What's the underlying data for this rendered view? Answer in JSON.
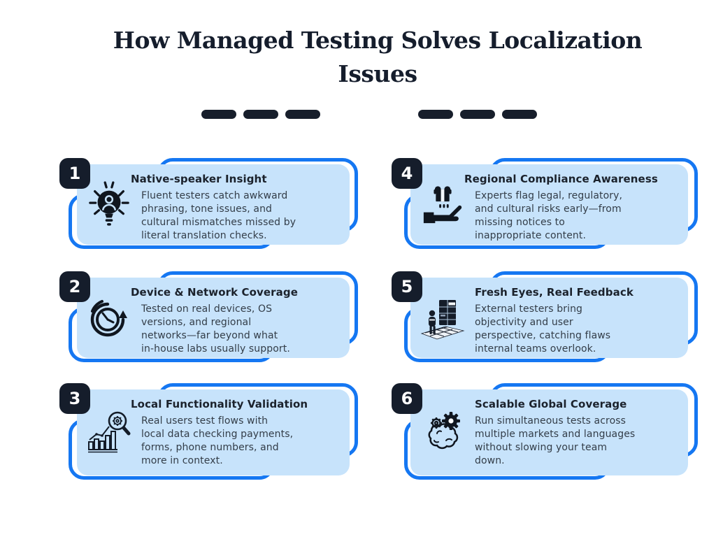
{
  "title_full": "How Managed Testing Solves Localization Issues",
  "title_lines": [
    "How Managed Testing Solves Localization",
    "Issues"
  ],
  "colors": {
    "background": "#FFFFFF",
    "accent_blue": "#1577F2",
    "card_fill": "#C7E3FB",
    "badge_bg": "#151D2B",
    "badge_text": "#FFFFFF",
    "title_text": "#151D2C",
    "card_title_text": "#1B222C",
    "body_text": "#333D48",
    "icon_dark": "#10161F",
    "dash_color": "#171E2B"
  },
  "divider": {
    "groups": 2,
    "dashes_per_group": 3
  },
  "cards": [
    {
      "number": "1",
      "title": "Native-speaker Insight",
      "icon": "lightbulb-person-icon",
      "body_lines": [
        "Fluent testers catch awkward",
        "phrasing, tone issues, and",
        "cultural mismatches missed by",
        "literal translation checks."
      ]
    },
    {
      "number": "2",
      "title": "Device & Network Coverage",
      "icon": "clock-refresh-icon",
      "body_lines": [
        "Tested on real devices, OS",
        "versions, and regional",
        "networks—far beyond what",
        "in-house labs usually support."
      ]
    },
    {
      "number": "3",
      "title": "Local Functionality Validation",
      "icon": "search-analytics-icon",
      "body_lines": [
        "Real users test flows with",
        "local data checking payments,",
        "forms, phone numbers, and",
        "more in context."
      ]
    },
    {
      "number": "4",
      "title": "Regional Compliance Awareness",
      "icon": "hand-gift-icon",
      "body_lines": [
        "Experts flag legal, regulatory,",
        "and cultural risks early—from",
        "missing notices to",
        "inappropriate content."
      ]
    },
    {
      "number": "5",
      "title": "Fresh Eyes, Real Feedback",
      "icon": "person-board-icon",
      "body_lines": [
        "External testers bring",
        "objectivity and user",
        "perspective, catching flaws",
        "internal teams overlook."
      ]
    },
    {
      "number": "6",
      "title": "Scalable Global Coverage",
      "icon": "brain-gears-icon",
      "body_lines": [
        "Run simultaneous tests across",
        "multiple markets and languages",
        "without slowing your team",
        "down."
      ]
    }
  ]
}
